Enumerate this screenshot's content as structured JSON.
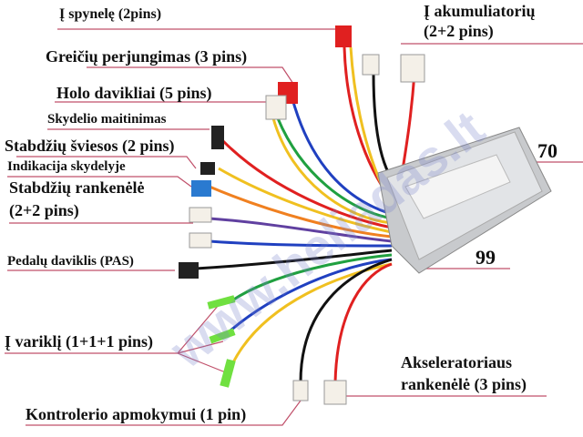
{
  "labels": {
    "lock": "Į spynelę (2pins)",
    "battery_1": "Į akumuliatorių",
    "battery_2": "(2+2 pins)",
    "gear": "Greičių perjungimas (3 pins)",
    "hall": "Holo davikliai (5 pins)",
    "panel_power": "Skydelio maitinimas",
    "brake_light": "Stabdžių šviesos (2 pins)",
    "indicator": "Indikacija skydelyje",
    "brake_lever_1": "Stabdžių rankenėlė",
    "brake_lever_2": "(2+2 pins)",
    "pas": "Pedalų daviklis (PAS)",
    "motor": "Į variklį (1+1+1 pins)",
    "learn": "Kontrolerio apmokymui (1 pin)",
    "throttle_1": "Akseleratoriaus",
    "throttle_2": "rankenėlė (3 pins)"
  },
  "dimensions": {
    "height": "70",
    "length": "99"
  },
  "watermark": "www.heliadas.lt",
  "colors": {
    "leader_line": "#c0506a",
    "controller": "#d4d6da"
  }
}
